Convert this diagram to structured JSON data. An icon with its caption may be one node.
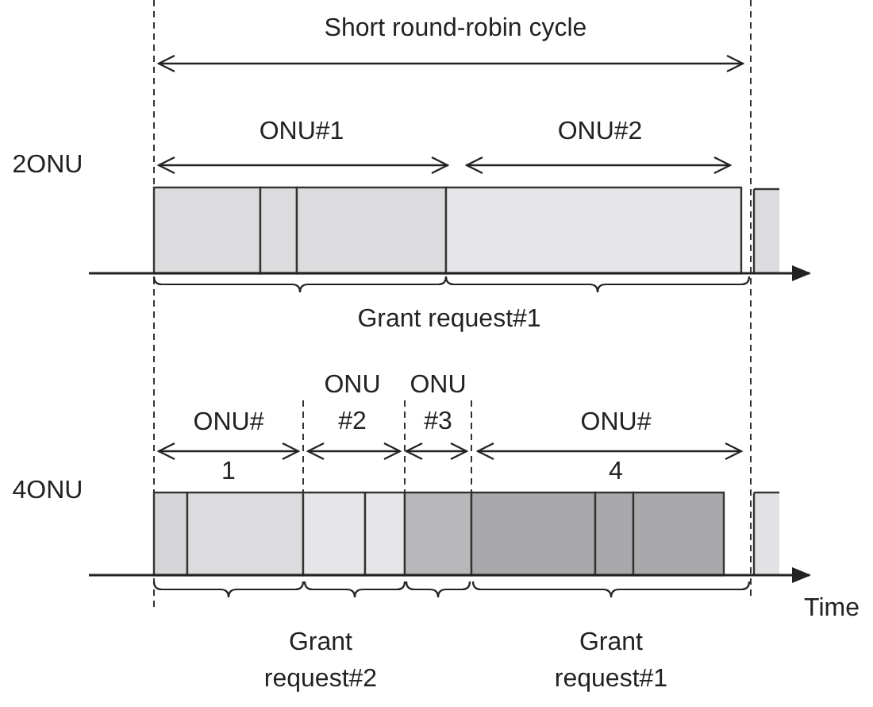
{
  "diagram": {
    "labels": [
      "Short round-robin cycle",
      "ONU#1",
      "ONU#2",
      "2ONU",
      "Grant request#1",
      "ONU #2",
      "ONU #3",
      "ONU#",
      "ONU#",
      "1",
      "4",
      "4ONU",
      "Time",
      "Grant request#2",
      "Grant request#1"
    ]
  }
}
